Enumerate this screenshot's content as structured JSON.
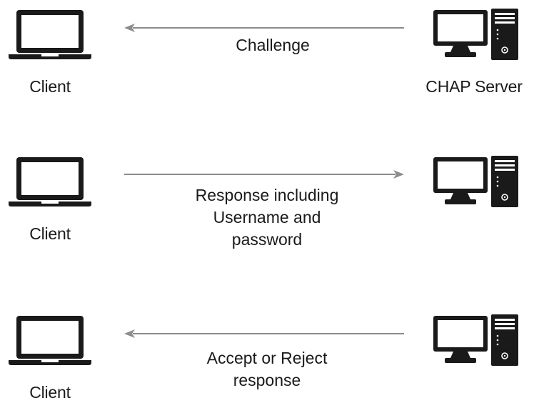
{
  "rows": [
    {
      "client_label": "Client",
      "server_label": "CHAP Server",
      "direction": "server-to-client",
      "message_lines": [
        "Challenge"
      ]
    },
    {
      "client_label": "Client",
      "server_label": "",
      "direction": "client-to-server",
      "message_lines": [
        "Response including",
        "Username and",
        "password"
      ]
    },
    {
      "client_label": "Client",
      "server_label": "",
      "direction": "server-to-client",
      "message_lines": [
        "Accept or Reject",
        "response"
      ]
    }
  ],
  "colors": {
    "arrow": "#8c8c8c",
    "icon": "#1a1a1a"
  }
}
